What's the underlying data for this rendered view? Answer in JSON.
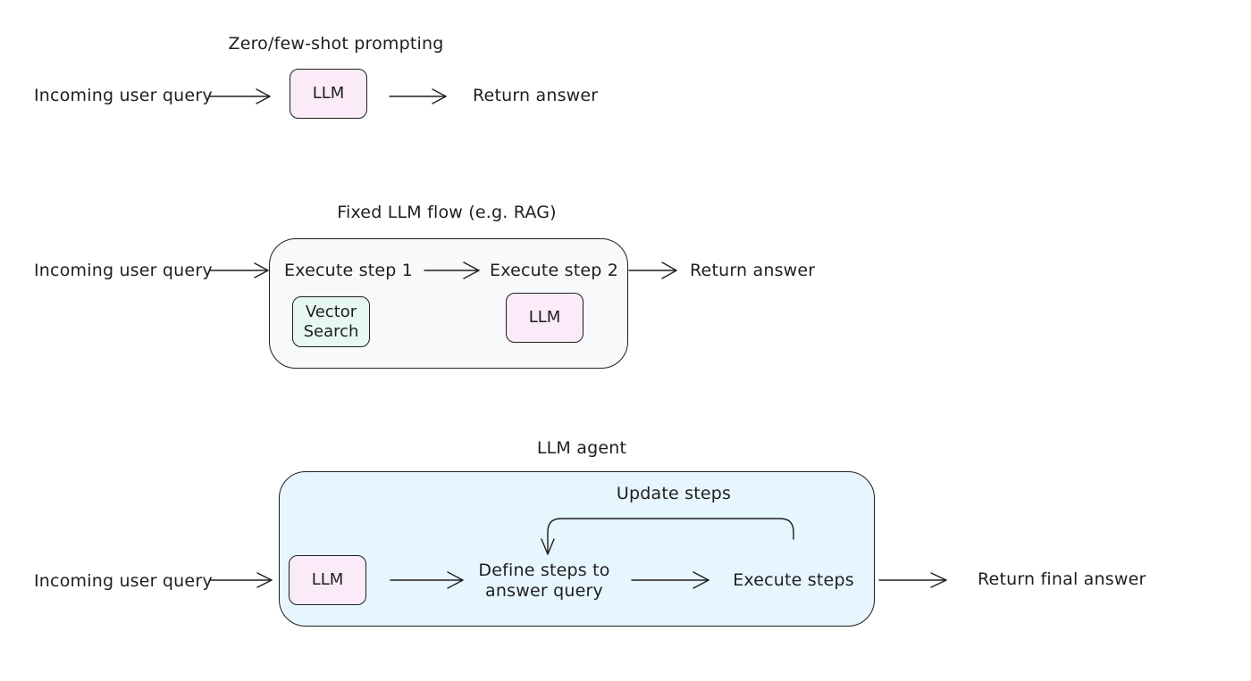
{
  "zero_shot": {
    "title": "Zero/few-shot prompting",
    "input": "Incoming user query",
    "llm": "LLM",
    "output": "Return answer"
  },
  "fixed_flow": {
    "title": "Fixed LLM flow (e.g. RAG)",
    "input": "Incoming user query",
    "step1": "Execute step 1",
    "vector_search": "Vector Search",
    "step2": "Execute step 2",
    "llm": "LLM",
    "output": "Return answer"
  },
  "agent": {
    "title": "LLM agent",
    "input": "Incoming user query",
    "llm": "LLM",
    "define_steps": "Define steps to answer query",
    "execute_steps": "Execute steps",
    "update_steps": "Update steps",
    "output": "Return final answer"
  },
  "colors": {
    "llm_fill": "#fbebf8",
    "vector_fill": "#e7f8f1",
    "fixed_container_fill": "#f8f9fa",
    "agent_container_fill": "#e7f5ff",
    "stroke": "#1e1e1e"
  }
}
